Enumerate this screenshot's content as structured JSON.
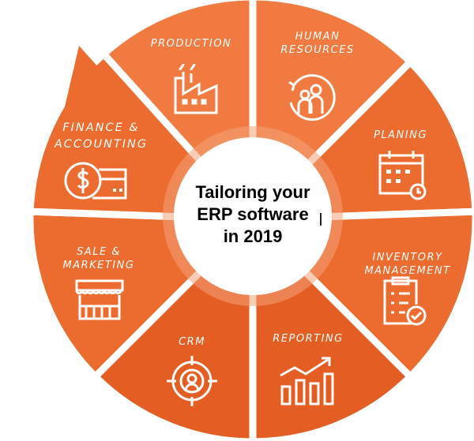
{
  "center": {
    "line1": "Tailoring your",
    "line2": "ERP software",
    "line3": "in 2019"
  },
  "segments": [
    {
      "id": "production",
      "line1": "PRODUCTION",
      "line2": "",
      "icon": "factory-icon"
    },
    {
      "id": "human-resources",
      "line1": "HUMAN",
      "line2": "RESOURCES",
      "icon": "people-cycle-icon"
    },
    {
      "id": "planing",
      "line1": "PLANING",
      "line2": "",
      "icon": "calendar-clock-icon"
    },
    {
      "id": "inventory",
      "line1": "INVENTORY",
      "line2": "MANAGEMENT",
      "icon": "clipboard-check-icon"
    },
    {
      "id": "reporting",
      "line1": "REPORTING",
      "line2": "",
      "icon": "bar-chart-trend-icon"
    },
    {
      "id": "crm",
      "line1": "CRM",
      "line2": "",
      "icon": "target-person-icon"
    },
    {
      "id": "sale-marketing",
      "line1": "SALE &",
      "line2": "MARKETING",
      "icon": "storefront-icon"
    },
    {
      "id": "finance",
      "line1": "FINANCE &",
      "line2": "ACCOUNTING",
      "icon": "dollar-card-icon"
    }
  ],
  "colors": {
    "light": "#f07a40",
    "mid": "#ec6b2e",
    "dark": "#e45e24",
    "ring": "#f4a27a"
  }
}
